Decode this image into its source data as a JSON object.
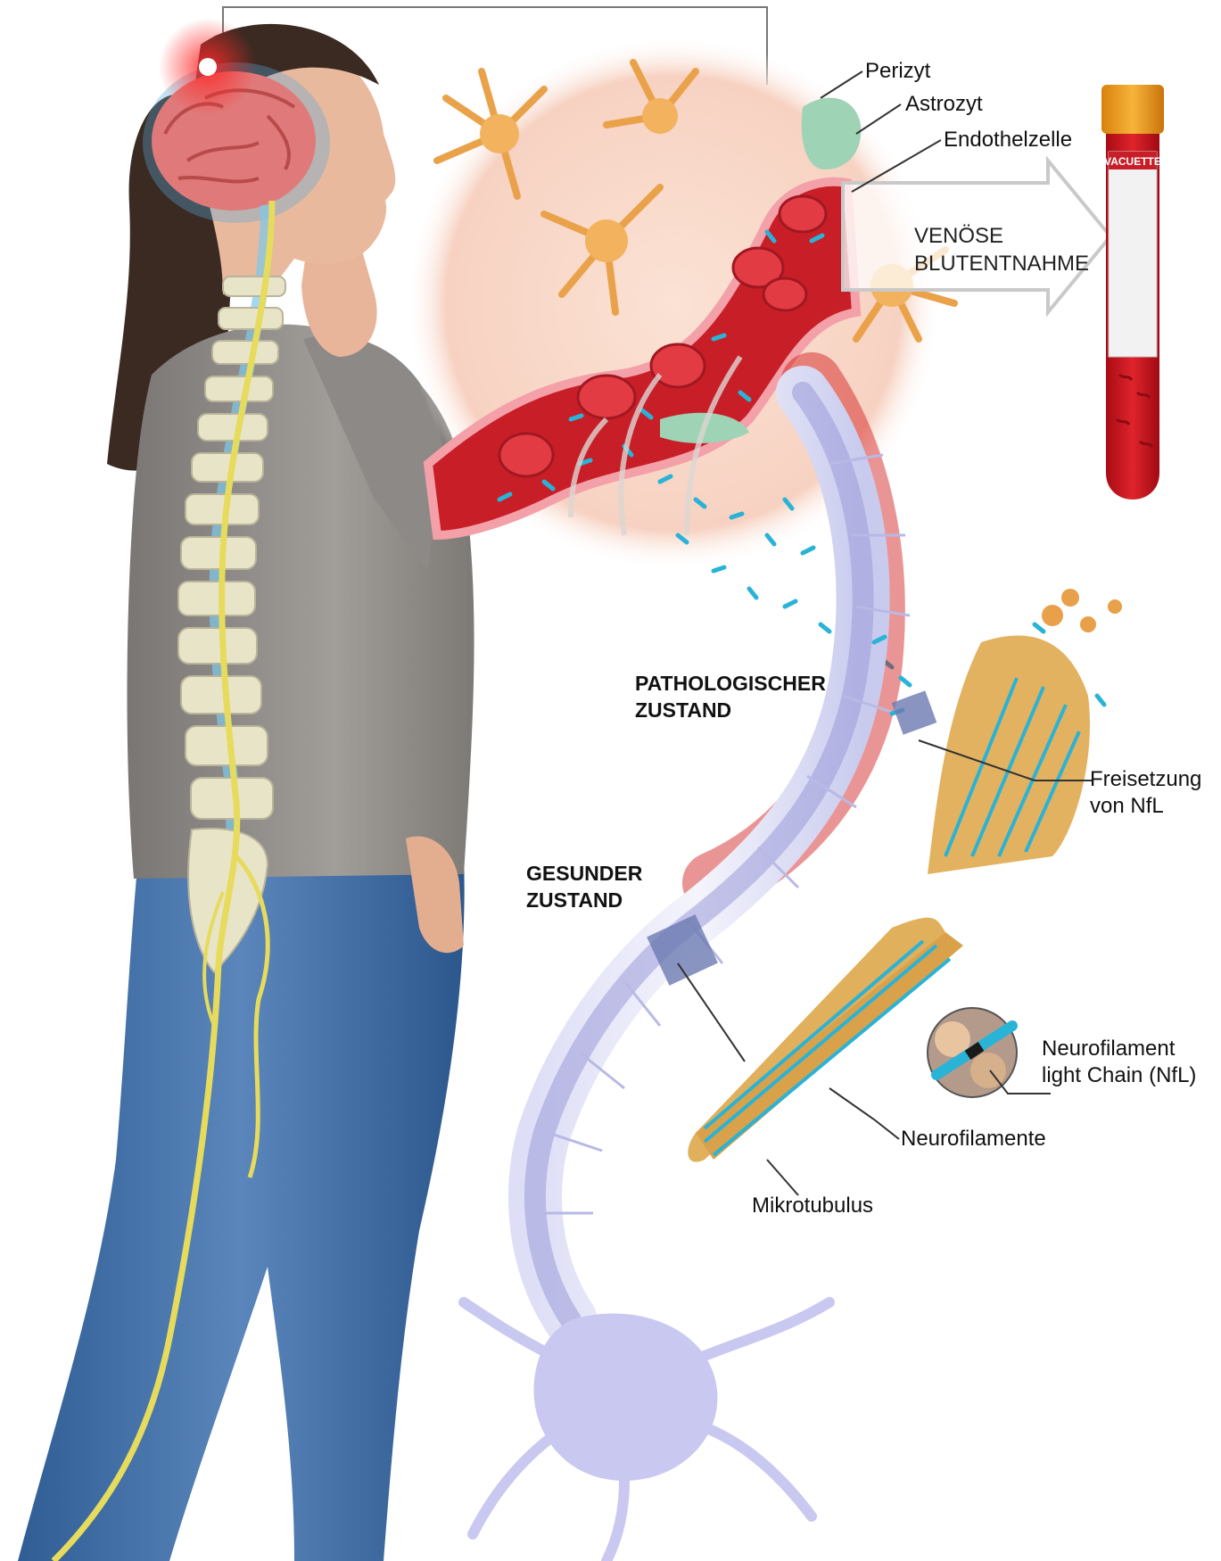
{
  "labels": {
    "perizyt": "Perizyt",
    "astrozyt": "Astrozyt",
    "endothelzelle": "Endothelzelle",
    "venoese_line1": "VENÖSE",
    "venoese_line2": "BLUTENTNAHME",
    "patho_line1": "PATHOLOGISCHER",
    "patho_line2": "ZUSTAND",
    "freisetzung_line1": "Freisetzung",
    "freisetzung_line2": "von NfL",
    "gesund_line1": "GESUNDER",
    "gesund_line2": "ZUSTAND",
    "nfl_line1": "Neurofilament",
    "nfl_line2": "light Chain (NfL)",
    "neurofilamente": "Neurofilamente",
    "mikrotubulus": "Mikrotubulus"
  },
  "tube_label": "VACUETTE",
  "colors": {
    "blood": "#c81e28",
    "nfl_blue": "#29b3d6",
    "neuron": "#c9c8f0",
    "astrocyte": "#f2b25e",
    "pericyte": "#9fd3b5",
    "spine": "#e8e4c8",
    "nerve": "#e6db5c",
    "shirt": "#8e8b88",
    "jeans": "#3f6ea6",
    "brain": "#e07a7a"
  }
}
